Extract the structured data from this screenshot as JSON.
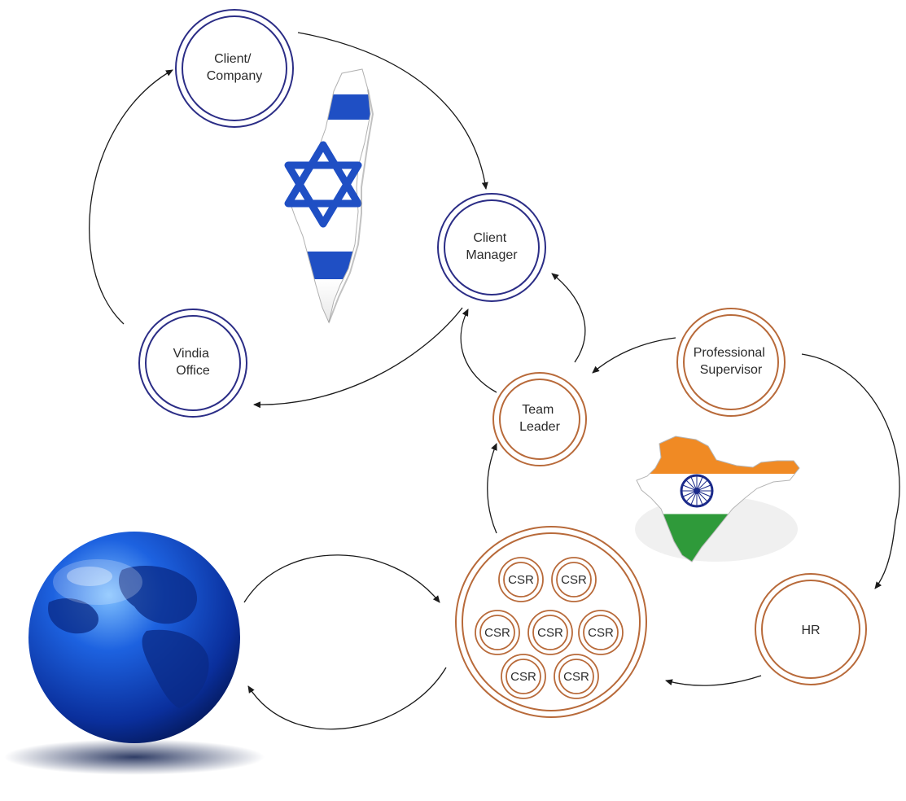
{
  "nodes": {
    "client_company": [
      "Client/",
      "Company"
    ],
    "client_manager": [
      "Client",
      "Manager"
    ],
    "vindia_office": [
      "Vindia",
      "Office"
    ],
    "team_leader": [
      "Team",
      "Leader"
    ],
    "professional_supervisor": [
      "Professional",
      "Supervisor"
    ],
    "hr": [
      "HR"
    ],
    "csr_label": "CSR"
  },
  "colors": {
    "israel_ring": "#2b2d86",
    "india_ring": "#b86a3a",
    "israel_blue": "#1f4fc4",
    "saffron": "#f08a24",
    "india_green": "#2f9a3a",
    "globe_blue": "#0e3fb8"
  },
  "icons": [
    "israel-flag-map",
    "india-flag-map",
    "globe-icon"
  ]
}
